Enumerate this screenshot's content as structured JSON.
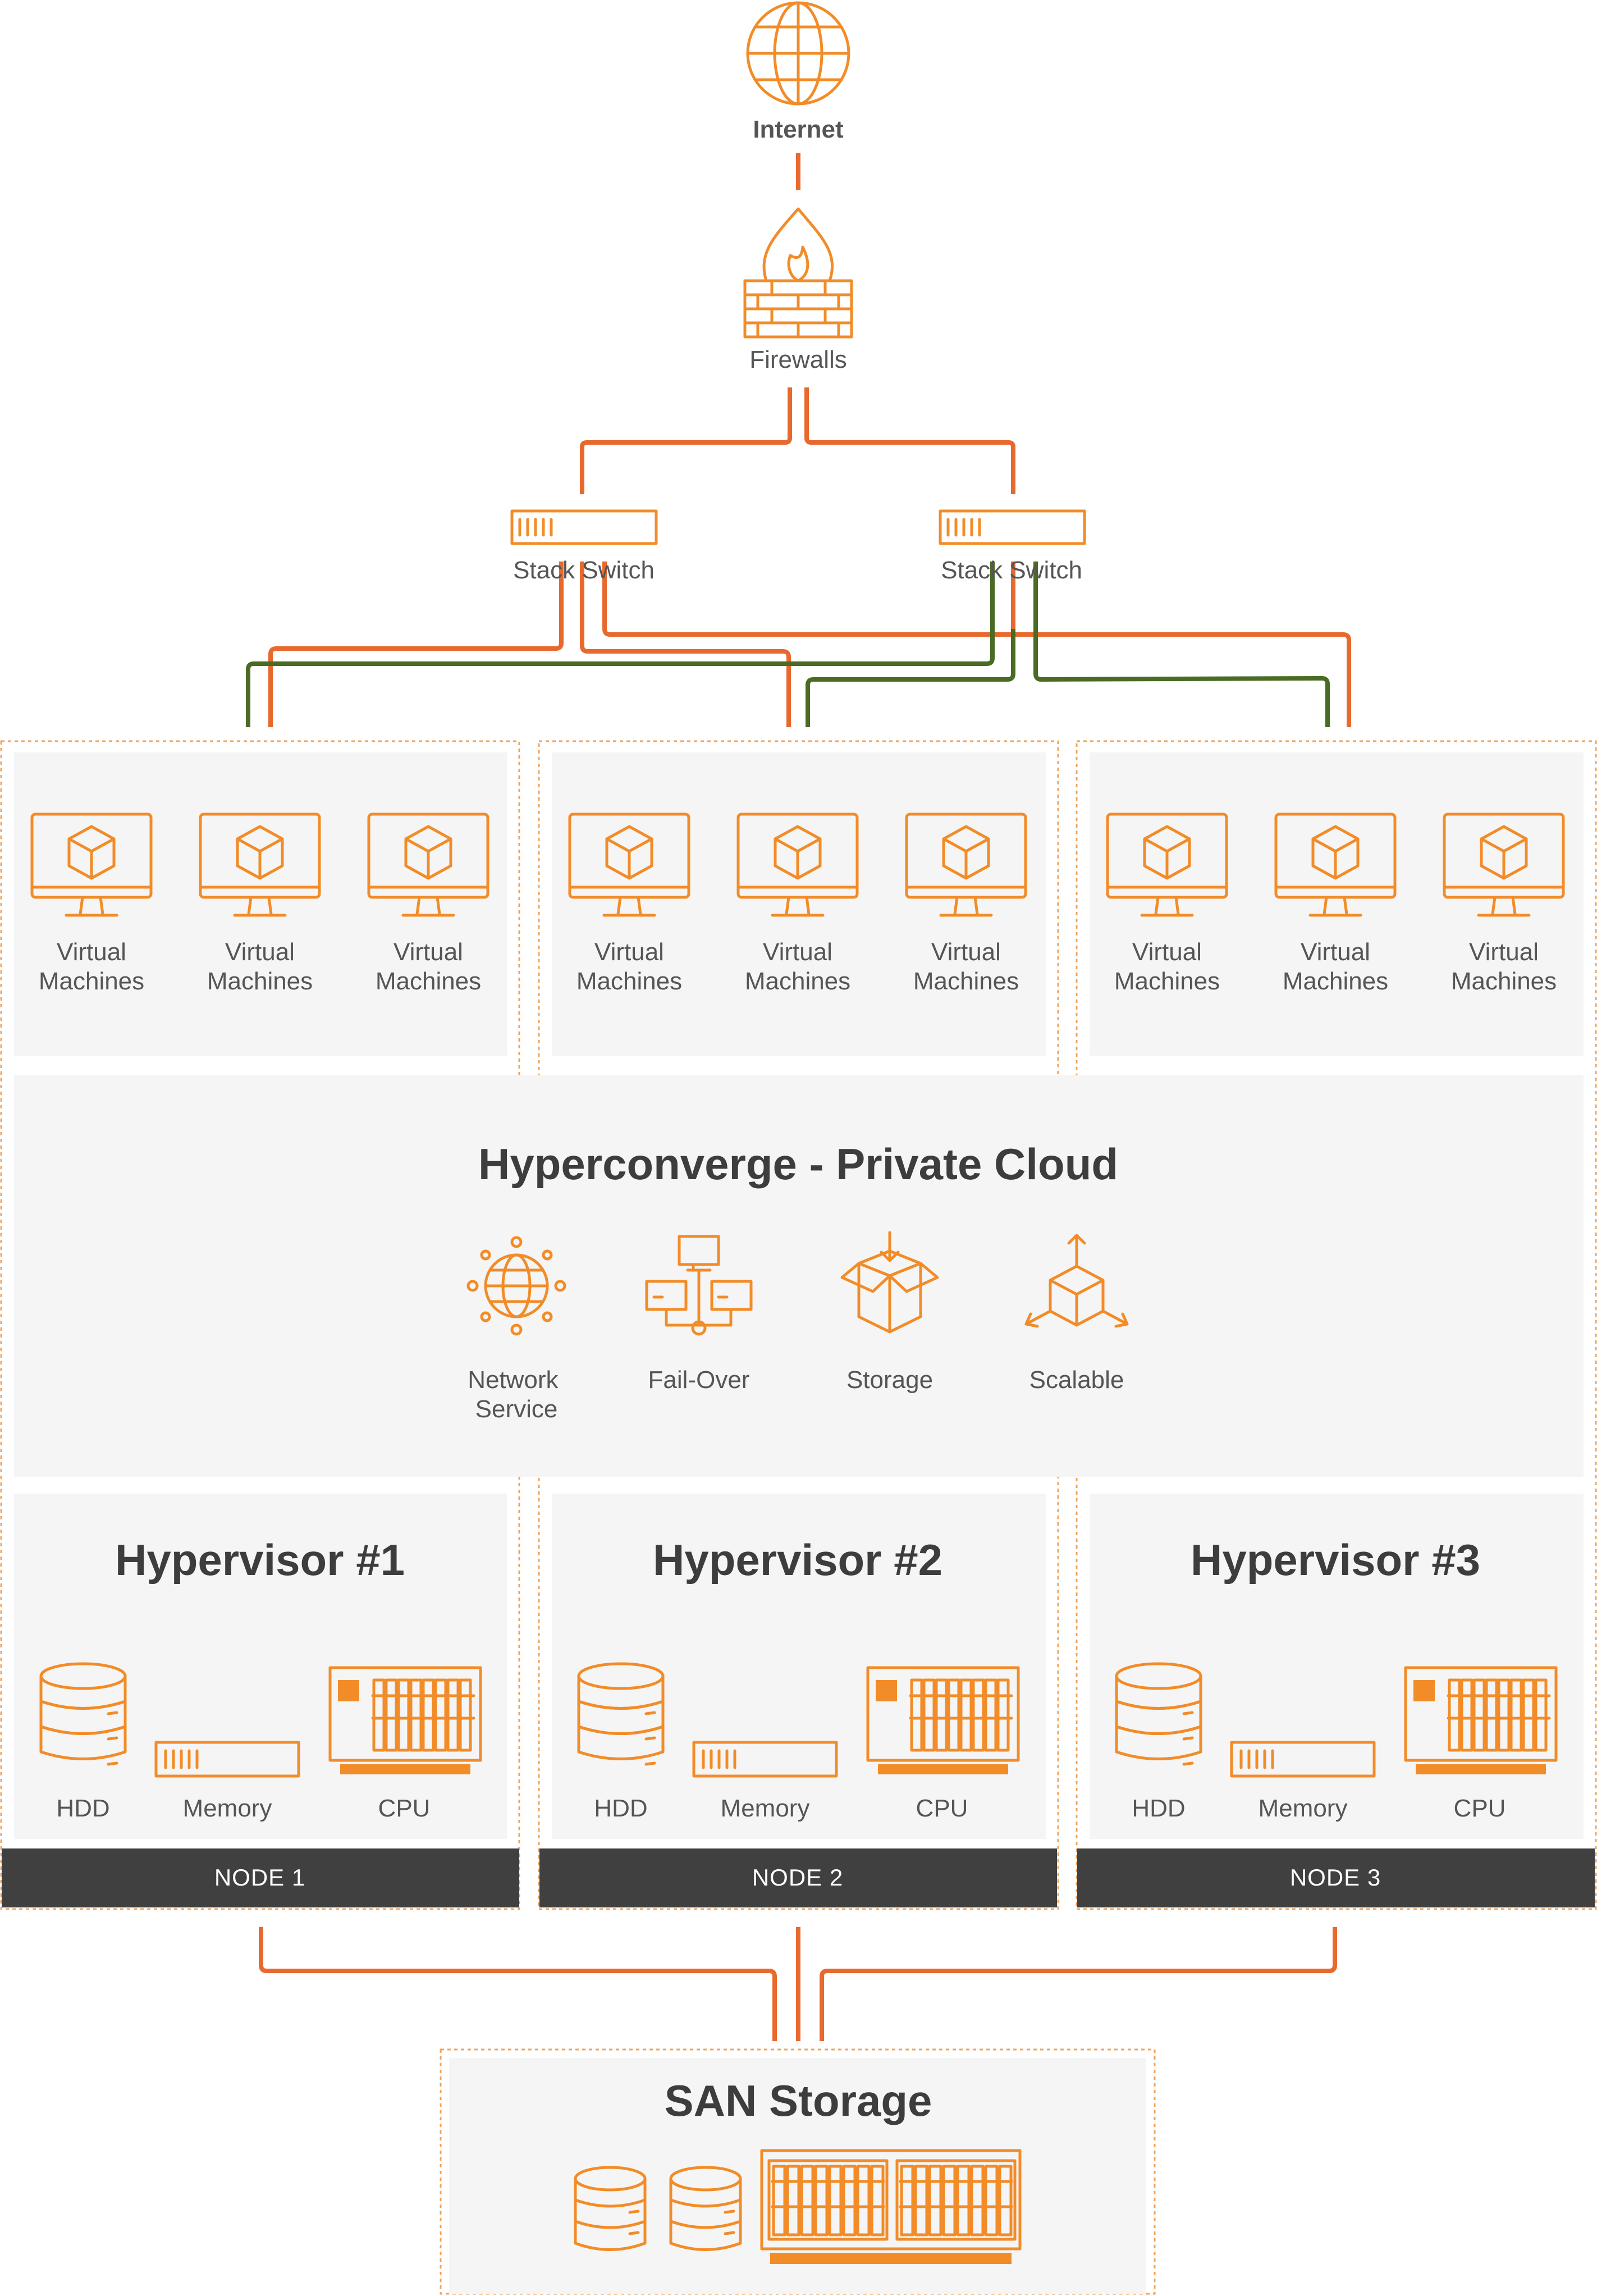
{
  "top": {
    "internet_label": "Internet",
    "firewalls_label": "Firewalls",
    "switch_left_label": "Stack Switch",
    "switch_right_label": "Stack Switch"
  },
  "nodes": [
    {
      "vm_labels": [
        [
          "Virtual",
          "Machines"
        ],
        [
          "Virtual",
          "Machines"
        ],
        [
          "Virtual",
          "Machines"
        ]
      ],
      "hypervisor_title": "Hypervisor #1",
      "hdd_label": "HDD",
      "memory_label": "Memory",
      "cpu_label": "CPU",
      "node_label": "NODE 1"
    },
    {
      "vm_labels": [
        [
          "Virtual",
          "Machines"
        ],
        [
          "Virtual",
          "Machines"
        ],
        [
          "Virtual",
          "Machines"
        ]
      ],
      "hypervisor_title": "Hypervisor #2",
      "hdd_label": "HDD",
      "memory_label": "Memory",
      "cpu_label": "CPU",
      "node_label": "NODE 2"
    },
    {
      "vm_labels": [
        [
          "Virtual",
          "Machines"
        ],
        [
          "Virtual",
          "Machines"
        ],
        [
          "Virtual",
          "Machines"
        ]
      ],
      "hypervisor_title": "Hypervisor #3",
      "hdd_label": "HDD",
      "memory_label": "Memory",
      "cpu_label": "CPU",
      "node_label": "NODE 3"
    }
  ],
  "cloud": {
    "title": "Hyperconverge - Private Cloud",
    "features": [
      {
        "label_lines": [
          "Network",
          "Service"
        ],
        "icon": "network-globe-icon"
      },
      {
        "label_lines": [
          "Fail-Over"
        ],
        "icon": "failover-network-icon"
      },
      {
        "label_lines": [
          "Storage"
        ],
        "icon": "storage-box-icon"
      },
      {
        "label_lines": [
          "Scalable"
        ],
        "icon": "scalable-cube-icon"
      }
    ]
  },
  "san": {
    "title": "SAN Storage"
  },
  "colors": {
    "accent_orange": "#f28c28",
    "wire_orange": "#e8692e",
    "wire_green": "#4a6b24",
    "node_bar": "#404040",
    "panel_bg": "#f5f5f5"
  }
}
